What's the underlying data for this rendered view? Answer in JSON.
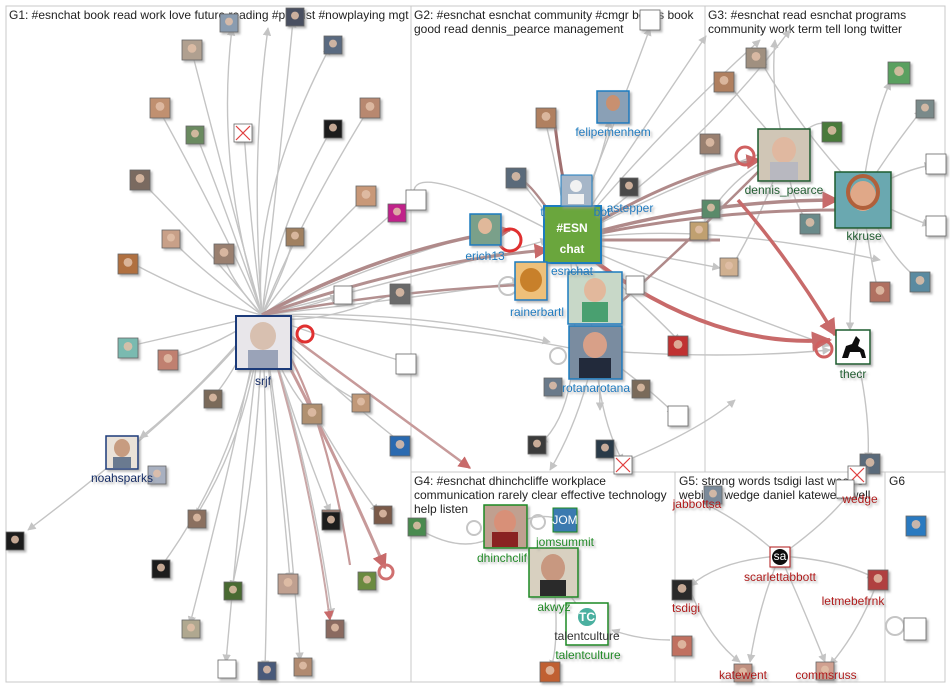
{
  "colors": {
    "background": "#ffffff",
    "group_border": "#c8c8c8",
    "edge": "#bdbdbd",
    "edge_strong": "#b08a8a",
    "edge_red": "#c86a6a",
    "g1_label": "#102a66",
    "g2_label": "#1a7bbf",
    "g3_label": "#1a5c2e",
    "g4_label": "#1d8a24",
    "g5_label": "#b01414",
    "title_text": "#222222"
  },
  "groups": [
    {
      "id": "g1",
      "title_line1": "G1: #esnchat book read work love future reading #playlist #nowplaying mgt",
      "title_line2": ""
    },
    {
      "id": "g2",
      "title_line1": "G2: #esnchat esnchat community #cmgr books book",
      "title_line2": "good read dennis_pearce management"
    },
    {
      "id": "g3",
      "title_line1": "G3: #esnchat read esnchat programs",
      "title_line2": "community work term tell long twitter"
    },
    {
      "id": "g4",
      "title_line1": "G4: #esnchat dhinchcliffe workplace",
      "title_line2": "communication rarely clear effective technology",
      "title_line3": "help listen"
    },
    {
      "id": "g5",
      "title_line1": "G5: strong words tsdigi last week's",
      "title_line2": "webinar wedge daniel katewent well"
    },
    {
      "id": "g6",
      "title_line1": "G6",
      "title_line2": ""
    }
  ],
  "node_labels": {
    "srjf": "srjf",
    "noahsparks": "noahsparks",
    "esnchat": "esnchat",
    "erich13": "erich13",
    "rainerbartl": "rainerbartl",
    "rotanarotana": "rotanarotana",
    "felipemenhem": "felipemenhem",
    "tasteppr_a": "t",
    "tasteppr_b": "bot",
    "tasteppr_c": "astepper",
    "dennis_pearce": "dennis_pearce",
    "kkruse": "kkruse",
    "thecr": "thecr",
    "dhinchcliffe": "dhinchclif",
    "jomsummit": "jomsummit",
    "akwyz": "akwyz",
    "talentculture": "talentculture",
    "jabbottsa": "jabbottsa",
    "scarlettabbott": "scarlettabbott",
    "tsdigi": "tsdigi",
    "letmebefrnk": "letmebefrnk",
    "katewent": "katewent",
    "commsruss": "commsruss",
    "wedge": "wedge"
  },
  "icons": {
    "esnchat_logo_text_1": "#ESN",
    "esnchat_logo_text_2": "chat",
    "jomsummit_badge": "JOM",
    "scarlettabbott_badge": "sa",
    "talentculture_badge": "TC",
    "talentculture_sub": "talentculture"
  }
}
